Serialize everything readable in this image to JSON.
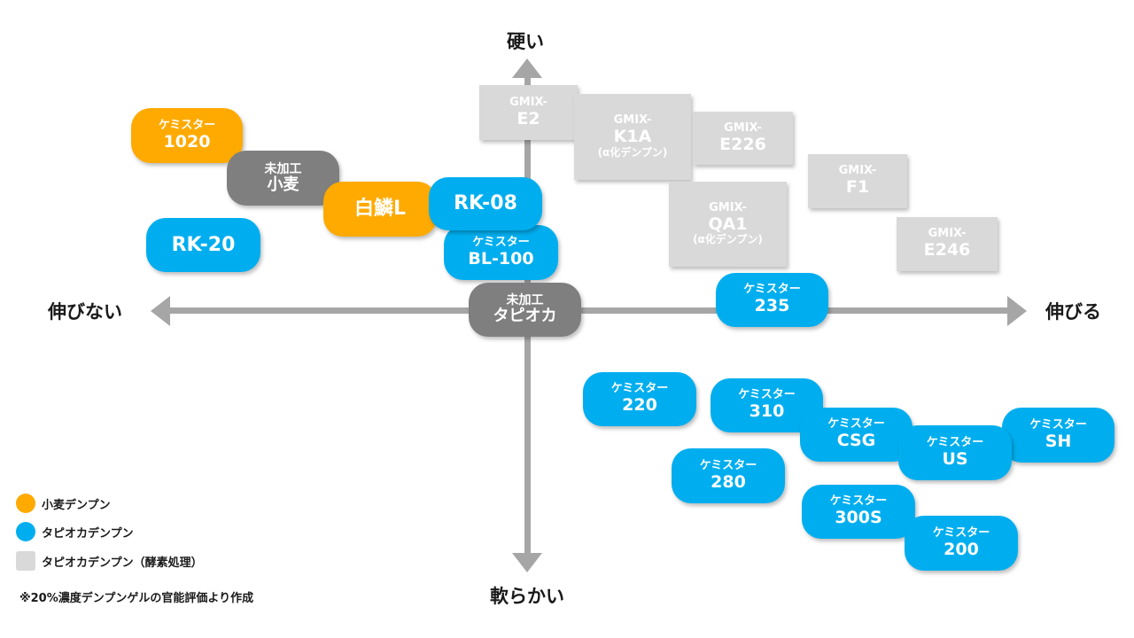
{
  "axes": {
    "top": "硬い",
    "bottom": "軟らかい",
    "left": "伸びない",
    "right": "伸びる"
  },
  "colors": {
    "wheat": "#ffaa00",
    "tapioca": "#00aeef",
    "enzyme": "#d9d9d9",
    "raw": "#7f7f7f"
  },
  "nodes": {
    "kemister_1020": {
      "line1": "ケミスター",
      "line2": "1020"
    },
    "mikako_komugi": {
      "line1": "未加工",
      "line2": "小麦"
    },
    "hakurin_l": {
      "line1": "白鱗L"
    },
    "rk_08": {
      "line1": "RK-08"
    },
    "rk_20": {
      "line1": "RK-20"
    },
    "kemister_bl100": {
      "line1": "ケミスター",
      "line2": "BL-100"
    },
    "mikako_tapioca": {
      "line1": "未加工",
      "line2": "タピオカ"
    },
    "gmix_e2": {
      "line1": "GMIX-",
      "line2": "E2"
    },
    "gmix_k1a": {
      "line1": "GMIX-",
      "line2": "K1A",
      "line3": "(α化デンプン)"
    },
    "gmix_e226": {
      "line1": "GMIX-",
      "line2": "E226"
    },
    "gmix_f1": {
      "line1": "GMIX-",
      "line2": "F1"
    },
    "gmix_qa1": {
      "line1": "GMIX-",
      "line2": "QA1",
      "line3": "(α化デンプン)"
    },
    "gmix_e246": {
      "line1": "GMIX-",
      "line2": "E246"
    },
    "kemister_235": {
      "line1": "ケミスター",
      "line2": "235"
    },
    "kemister_220": {
      "line1": "ケミスター",
      "line2": "220"
    },
    "kemister_310": {
      "line1": "ケミスター",
      "line2": "310"
    },
    "kemister_csg": {
      "line1": "ケミスター",
      "line2": "CSG"
    },
    "kemister_us": {
      "line1": "ケミスター",
      "line2": "US"
    },
    "kemister_sh": {
      "line1": "ケミスター",
      "line2": "SH"
    },
    "kemister_280": {
      "line1": "ケミスター",
      "line2": "280"
    },
    "kemister_300s": {
      "line1": "ケミスター",
      "line2": "300S"
    },
    "kemister_200": {
      "line1": "ケミスター",
      "line2": "200"
    }
  },
  "legend": {
    "wheat": "小麦デンプン",
    "tapioca": "タピオカデンプン",
    "enzyme": "タピオカデンプン（酵素処理）"
  },
  "note": "※20%濃度デンプンゲルの官能評価より作成"
}
